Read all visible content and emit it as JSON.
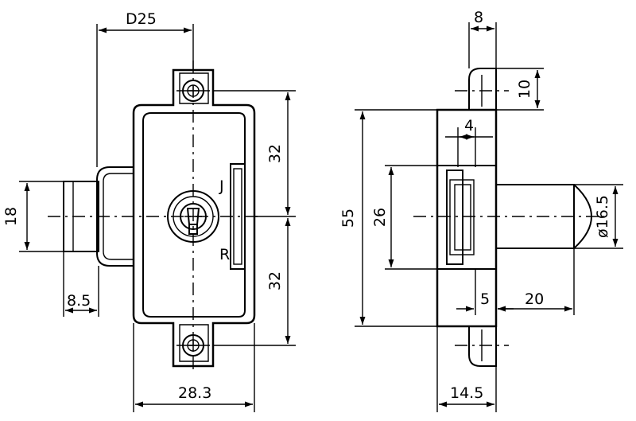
{
  "drawing": {
    "front_view": {
      "label_d25": "D25",
      "label_32_top": "32",
      "label_32_bottom": "32",
      "label_18": "18",
      "label_8_5": "8.5",
      "label_28_3": "28.3",
      "mark_j": "J",
      "mark_r": "R"
    },
    "side_view": {
      "label_8": "8",
      "label_10": "10",
      "label_4": "4",
      "label_55": "55",
      "label_26": "26",
      "label_dia_16_5": "ø16.5",
      "label_5": "5",
      "label_20": "20",
      "label_14_5": "14.5"
    }
  }
}
